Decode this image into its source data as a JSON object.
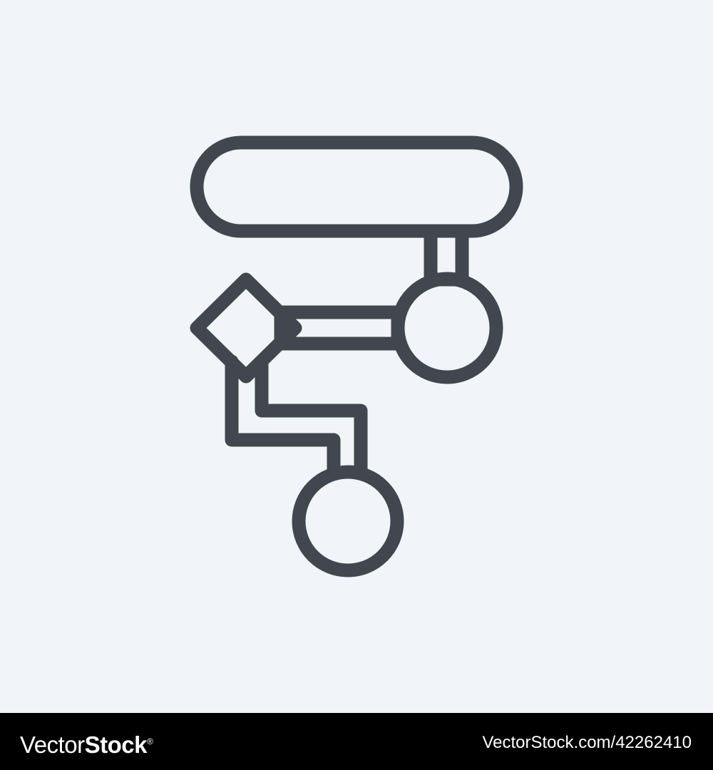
{
  "image": {
    "subject": "flowchart-icon",
    "background_color": "#f1f5f9",
    "stroke_color": "#41464f"
  },
  "footer": {
    "background_color": "#000000",
    "brand_prefix": "Vector",
    "brand_suffix": "Stock",
    "brand_mark": "®",
    "image_id": "VectorStock.com/42262410"
  }
}
